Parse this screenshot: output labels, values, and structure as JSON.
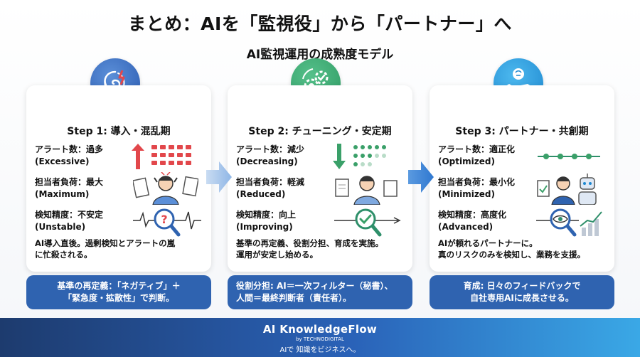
{
  "header": {
    "title": "まとめ：AIを「監視役」から「パートナー」へ",
    "subtitle": "AI監視運用の成熟度モデル"
  },
  "steps": [
    {
      "title": "Step 1: 導入・混乱期",
      "alert_label": "アラート数：過多",
      "alert_en": "(Excessive)",
      "load_label": "担当者負荷：最大",
      "load_en": "(Maximum)",
      "acc_label": "検知精度：不安定",
      "acc_en": "(Unstable)",
      "desc1": "AI導入直後。過剰検知とアラートの嵐",
      "desc2": "に忙殺される。",
      "box1": "基準の再定義：「ネガティブ」＋",
      "box2": "「緊急度・拡散性」で判断。",
      "icon": "storm-icon",
      "color": "#2a5ab0"
    },
    {
      "title": "Step 2: チューニング・安定期",
      "alert_label": "アラート数：減少",
      "alert_en": "(Decreasing)",
      "load_label": "担当者負荷：軽減",
      "load_en": "(Reduced)",
      "acc_label": "検知精度：向上",
      "acc_en": "(Improving)",
      "desc1": "基準の再定義、役割分担、育成を実施。",
      "desc2": "運用が安定し始める。",
      "box1": "役割分担: AI＝一次フィルター（秘書）、",
      "box2": "人間＝最終判断者（責任者）。",
      "icon": "gears-icon",
      "color": "#2f9a63"
    },
    {
      "title": "Step 3: パートナー・共創期",
      "alert_label": "アラート数：適正化",
      "alert_en": "(Optimized)",
      "load_label": "担当者負荷：最小化",
      "load_en": "(Minimized)",
      "acc_label": "検知精度：高度化",
      "acc_en": "(Advanced)",
      "desc1": "AIが頼れるパートナーに。",
      "desc2": "真のリスクのみを検知し、業務を支援。",
      "box1": "育成: 日々のフィードバックで",
      "box2": "自社専用AIに成長させる。",
      "icon": "handshake-icon",
      "color": "#1e88d0"
    }
  ],
  "footer": {
    "brand": "AI KnowledgeFlow",
    "by": "by TECHNODIGITAL",
    "tagline": "AIで 知識をビジネスへ。"
  },
  "colors": {
    "red": "#e2474b",
    "green": "#3aa069",
    "blue": "#2f63b0",
    "teal": "#2e8f6a"
  }
}
